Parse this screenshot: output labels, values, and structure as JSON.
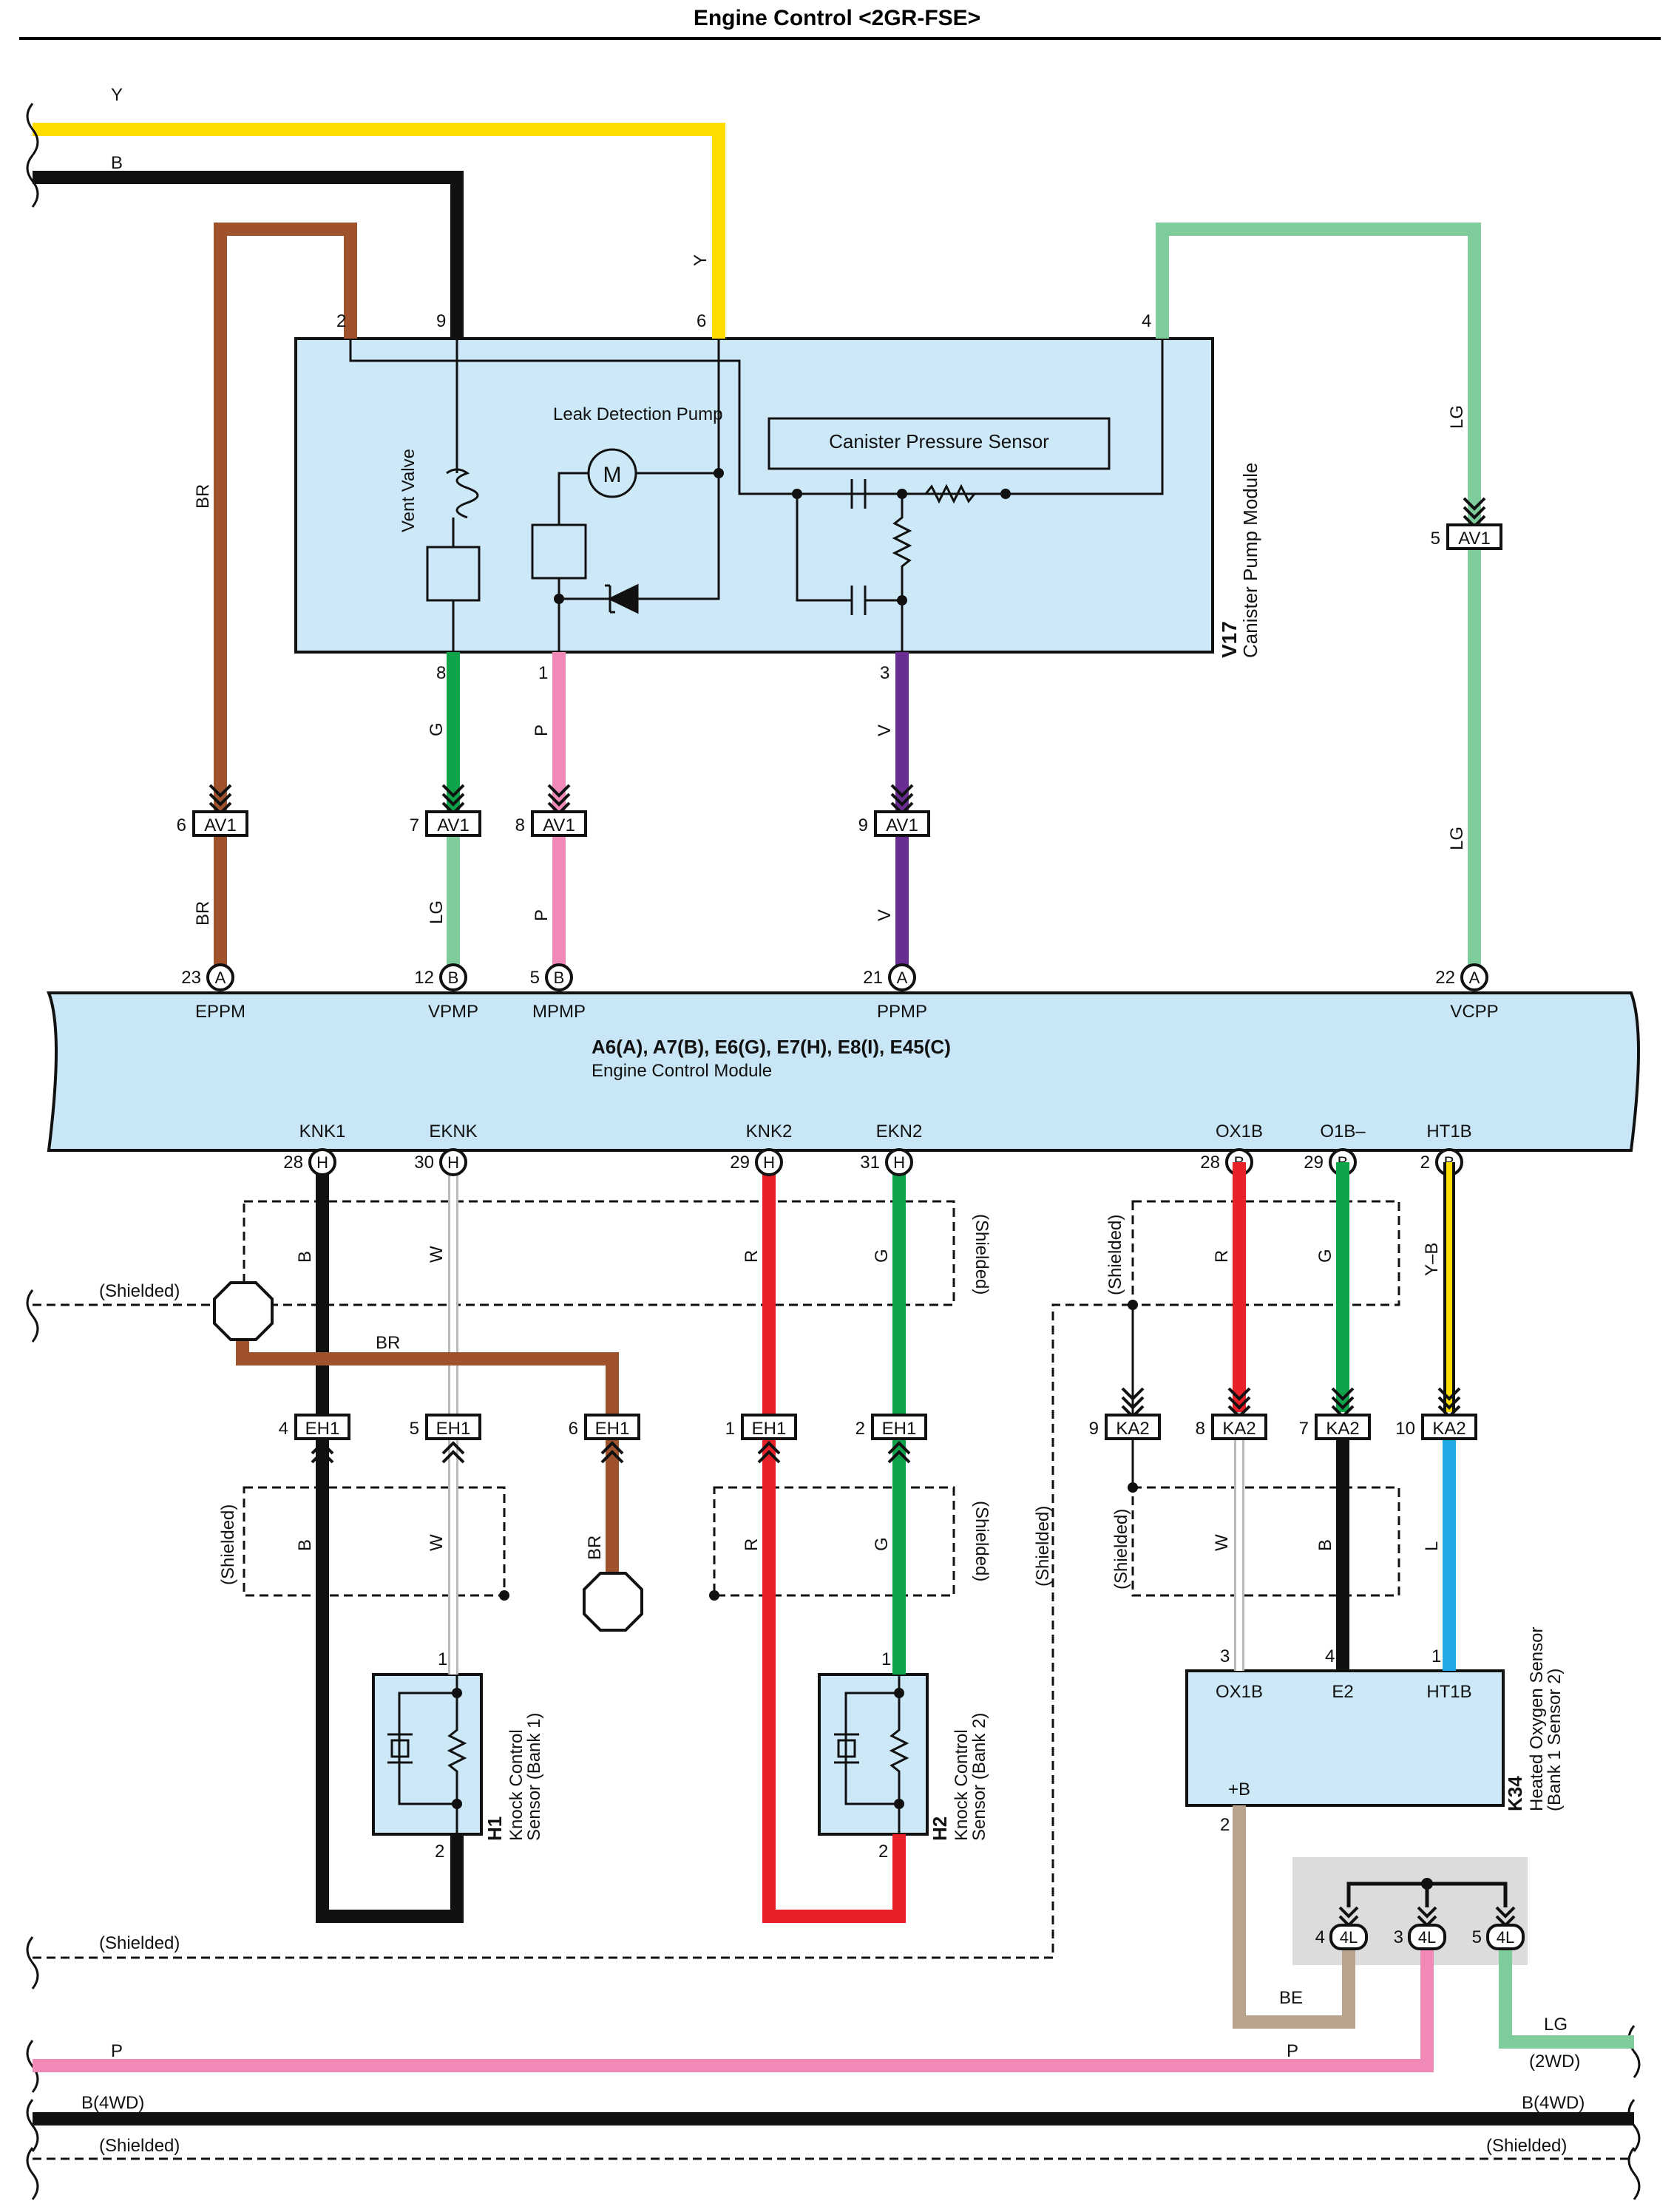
{
  "title": "Engine Control <2GR-FSE>",
  "colors": {
    "Y": "#ffdd00",
    "B": "#111111",
    "BR": "#a0522d",
    "LG": "#7ecb9b",
    "G": "#0fa34a",
    "P": "#f088b8",
    "V": "#6a2d91",
    "W": "#c8c8c8",
    "R": "#e8202a",
    "L": "#22a9e6",
    "BE": "#b8a48e",
    "box": "#cde9f8",
    "ecm": "#c8e6f6",
    "junction": "#dcdcdc"
  },
  "canister": {
    "ref": "V17",
    "name": "Canister Pump Module",
    "pump_label": "Leak Detection Pump",
    "motor": "M",
    "vent_label": "Vent Valve",
    "sensor_label": "Canister Pressure Sensor",
    "pins": {
      "top_br": "2",
      "top_b": "9",
      "top_y": "6",
      "top_lg": "4",
      "bottom_g": "8",
      "bottom_p": "1",
      "bottom_v": "3"
    }
  },
  "wire_top": {
    "y": "Y",
    "b": "B",
    "br": "BR",
    "lg": "LG"
  },
  "av1": [
    {
      "pin": "6",
      "conn": "AV1",
      "upper": "BR",
      "lower": "BR"
    },
    {
      "pin": "7",
      "conn": "AV1",
      "upper": "G",
      "lower": "LG"
    },
    {
      "pin": "8",
      "conn": "AV1",
      "upper": "P",
      "lower": "P"
    },
    {
      "pin": "9",
      "conn": "AV1",
      "upper": "V",
      "lower": "V"
    },
    {
      "pin": "5",
      "conn": "AV1",
      "upper": "LG",
      "lower": "LG"
    }
  ],
  "ecm": {
    "refs": "A6(A), A7(B), E6(G), E7(H), E8(I), E45(C)",
    "name": "Engine Control Module",
    "top_pins": [
      {
        "pin": "23",
        "conn": "A",
        "name": "EPPM"
      },
      {
        "pin": "12",
        "conn": "B",
        "name": "VPMP"
      },
      {
        "pin": "5",
        "conn": "B",
        "name": "MPMP"
      },
      {
        "pin": "21",
        "conn": "A",
        "name": "PPMP"
      },
      {
        "pin": "22",
        "conn": "A",
        "name": "VCPP"
      }
    ],
    "bottom_pins": [
      {
        "pin": "28",
        "conn": "H",
        "name": "KNK1"
      },
      {
        "pin": "30",
        "conn": "H",
        "name": "EKNK"
      },
      {
        "pin": "29",
        "conn": "H",
        "name": "KNK2"
      },
      {
        "pin": "31",
        "conn": "H",
        "name": "EKN2"
      },
      {
        "pin": "28",
        "conn": "B",
        "name": "OX1B"
      },
      {
        "pin": "29",
        "conn": "B",
        "name": "O1B–"
      },
      {
        "pin": "2",
        "conn": "B",
        "name": "HT1B"
      }
    ]
  },
  "eh1": [
    {
      "pin": "4",
      "conn": "EH1"
    },
    {
      "pin": "5",
      "conn": "EH1"
    },
    {
      "pin": "6",
      "conn": "EH1"
    },
    {
      "pin": "1",
      "conn": "EH1"
    },
    {
      "pin": "2",
      "conn": "EH1"
    }
  ],
  "ka2": [
    {
      "pin": "9",
      "conn": "KA2"
    },
    {
      "pin": "8",
      "conn": "KA2"
    },
    {
      "pin": "7",
      "conn": "KA2"
    },
    {
      "pin": "10",
      "conn": "KA2"
    }
  ],
  "j4l": [
    {
      "pin": "4",
      "conn": "4L"
    },
    {
      "pin": "3",
      "conn": "4L"
    },
    {
      "pin": "5",
      "conn": "4L"
    }
  ],
  "wire_labels": {
    "b": "B",
    "w": "W",
    "r": "R",
    "g": "G",
    "br": "BR",
    "yb": "Y–B",
    "l": "L",
    "be": "BE",
    "p": "P",
    "lg": "LG"
  },
  "shielded": "(Shielded)",
  "twowd": "(2WD)",
  "b4wd": "B(4WD)",
  "h1": {
    "ref": "H1",
    "name1": "Knock Control",
    "name2": "Sensor (Bank 1)",
    "pin_top": "1",
    "pin_bottom": "2"
  },
  "h2": {
    "ref": "H2",
    "name1": "Knock Control",
    "name2": "Sensor (Bank 2)",
    "pin_top": "1",
    "pin_bottom": "2"
  },
  "k34": {
    "ref": "K34",
    "name1": "Heated Oxygen Sensor",
    "name2": "(Bank 1 Sensor 2)",
    "t_ox1b": "OX1B",
    "t_e2": "E2",
    "t_ht1b": "HT1B",
    "t_b": "+B",
    "pin_ox1b": "3",
    "pin_e2": "4",
    "pin_ht1b": "1",
    "pin_b": "2"
  }
}
